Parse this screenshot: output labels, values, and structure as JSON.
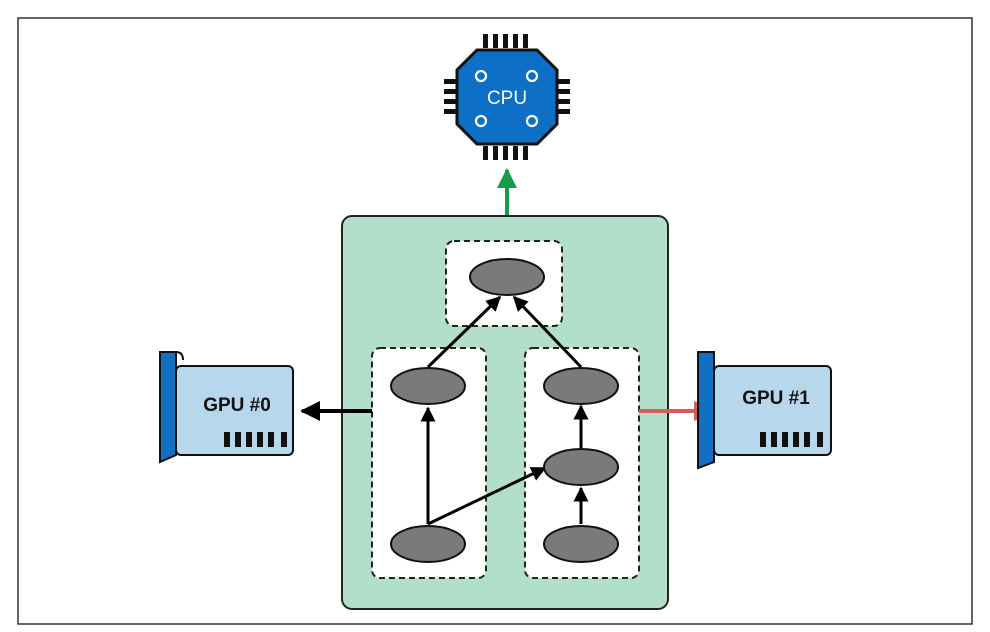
{
  "cpu": {
    "label": "CPU"
  },
  "gpus": [
    {
      "label": "GPU #0"
    },
    {
      "label": "GPU #1"
    }
  ],
  "colors": {
    "frame_border": "#333333",
    "graph_fill": "#b2dfc9",
    "node_fill": "#7a7a7a",
    "cpu_fill": "#0d6fc6",
    "gpu_card_fill": "#b7d7ec",
    "gpu_bracket": "#1170c4",
    "arrow_to_cpu": "#169b4d",
    "arrow_to_gpu1": "#d45c5c",
    "arrow_default": "#000000"
  },
  "icons": [
    "cpu-chip-icon",
    "gpu-card-icon"
  ]
}
